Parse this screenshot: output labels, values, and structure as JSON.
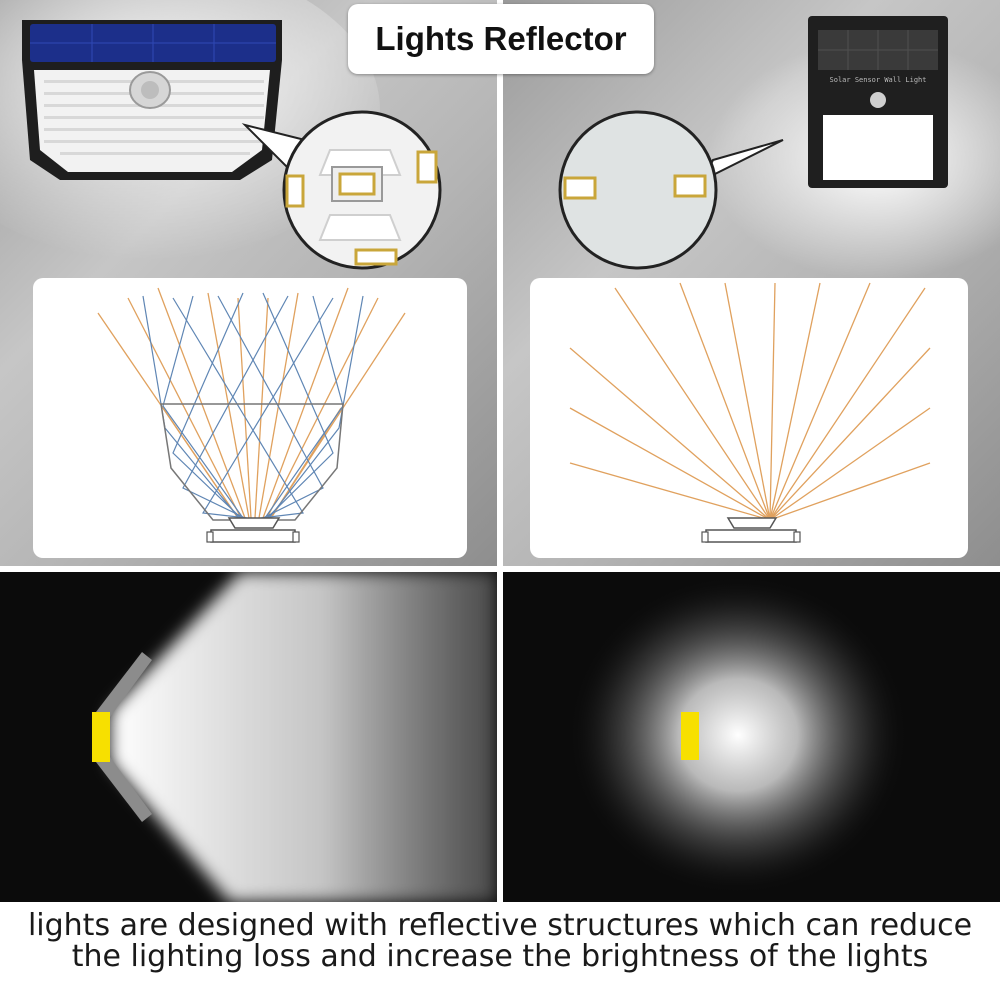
{
  "title": "Lights Reflector",
  "caption": {
    "line1": "lights are designed with reflective structures  which can reduce",
    "line2": "the lighting loss and increase the brightness of the lights"
  },
  "device_label": "Solar Sensor Wall Light",
  "colors": {
    "ray_orange": "#e0a15e",
    "ray_blue": "#5f86b4",
    "led_yellow": "#f7e000",
    "solar_blue": "#1c2f8a",
    "panel_dark": "#0b0b0b"
  }
}
